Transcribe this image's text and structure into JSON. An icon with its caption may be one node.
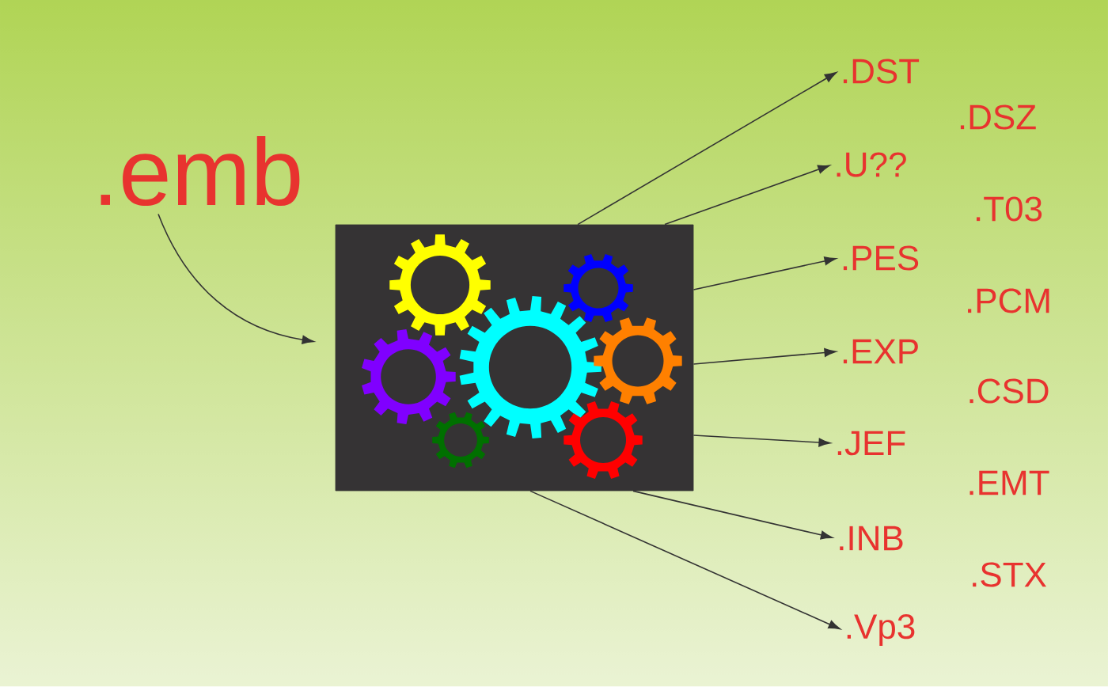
{
  "diagram": {
    "nodes": [
      {
        "text": [
          ".emb"
        ]
      },
      {
        "text": [],
        "shape": "picture"
      },
      {
        "text": [
          ".DST"
        ]
      },
      {
        "text": [
          ".U??"
        ]
      },
      {
        "text": [
          ".PES"
        ]
      },
      {
        "text": [
          ".EXP"
        ]
      },
      {
        "text": [
          ".JEF"
        ]
      },
      {
        "text": [
          ".INB"
        ]
      },
      {
        "text": [
          ".Vp3"
        ]
      }
    ],
    "edges": [
      {
        "from": 0,
        "to": 1,
        "arrow": "to"
      },
      {
        "from": 1,
        "to": 2,
        "arrow": "to"
      },
      {
        "from": 1,
        "to": 3,
        "arrow": "to"
      },
      {
        "from": 1,
        "to": 4,
        "arrow": "to"
      },
      {
        "from": 1,
        "to": 5,
        "arrow": "to"
      },
      {
        "from": 1,
        "to": 6,
        "arrow": "to"
      },
      {
        "from": 1,
        "to": 7,
        "arrow": "to"
      },
      {
        "from": 1,
        "to": 8,
        "arrow": "to"
      }
    ],
    "labels": [
      ".DSZ",
      ".T03",
      ".PCM",
      ".CSD",
      ".EMT",
      ".STX"
    ]
  }
}
